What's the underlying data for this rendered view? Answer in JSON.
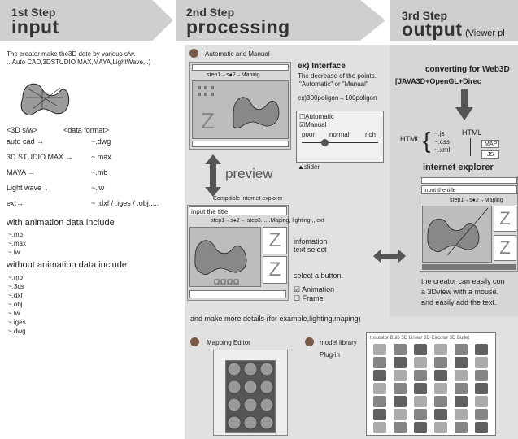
{
  "step1": {
    "small": "1st  Step",
    "big": "input",
    "desc1": "The creator make the3D date by various s/w.",
    "desc2": "...Auto CAD,3DSTUDIO MAX,MAYA,LightWave,..)",
    "table_h1": "<3D s/w>",
    "table_h2": "<data format>",
    "rows": [
      {
        "sw": "auto cad →",
        "fmt": "~.dwg"
      },
      {
        "sw": "3D STUDIO MAX →",
        "fmt": "~.max"
      },
      {
        "sw": "MAYA →",
        "fmt": "~.mb"
      },
      {
        "sw": "Light wave→",
        "fmt": "~.lw"
      },
      {
        "sw": "ext→",
        "fmt": "~ .dxf / .iges / .obj,...."
      }
    ],
    "with_title": "with animation data include",
    "with_items": [
      "~.mb",
      "~.max",
      "~.lw"
    ],
    "without_title": "without animation data include",
    "without_items": [
      "~.mb",
      "~.3ds",
      "~.dxf",
      "~.obj",
      "~.lw",
      "~.iges",
      "~.dwg"
    ]
  },
  "step2": {
    "small": "2nd  Step",
    "big": "processing",
    "auto_manual": "Automatic and Manual",
    "step_bar": "step1→s●2→Maping",
    "interface_title": "ex) Interface",
    "interface_l1": "The decrease of the points.",
    "interface_l2": "\"Automatic\" or \"Manual\"",
    "interface_ex": "ex)300poligon→100poligon",
    "cb_auto": "☐Automatic",
    "cb_manual": "☑Manual",
    "q_poor": "poor",
    "q_normal": "normal",
    "q_rich": "rich",
    "slider": "▲slider",
    "preview": "preview",
    "compatible": "Compitible internet explorer",
    "input_title": "input the title",
    "step_bar2": "step1→s●2→ step3......Maping, lighting ,, ext",
    "info1": "infomation",
    "info2": "text select",
    "select_btn": "select  a button.",
    "cb_anim": "☑ Animation",
    "cb_frame": "☐ Frame",
    "more": "and make more details (for example,lighting,maping)",
    "mapping_editor": "Mapping Editor",
    "model_library": "model library",
    "plugin": "Plug-in",
    "lib_tabs": "Insulator   Bulb   3D Linear   3D Circular   3D Bullet"
  },
  "step3": {
    "small": "3rd  Step",
    "big": "output",
    "sub": "(Viewer pl",
    "conv": "converting for Web3D",
    "java": "[JAVA3D+OpenGL+Direc",
    "html_label": "HTML",
    "files": [
      "~.js",
      "~.css",
      "~.xml"
    ],
    "html2": "HTML",
    "map": "MAP",
    "js": "JS",
    "ie": "internet explorer",
    "input_title": "input the title",
    "step_bar": "step1→s●2→Maping",
    "c1": "the creator can easily con",
    "c2": "a 3Dview with a mouse.",
    "c3": "and easily add the text."
  },
  "colors": {
    "header": "#cfcfcf",
    "panel": "#e1e1e1",
    "dot": "#7a5a4a"
  }
}
